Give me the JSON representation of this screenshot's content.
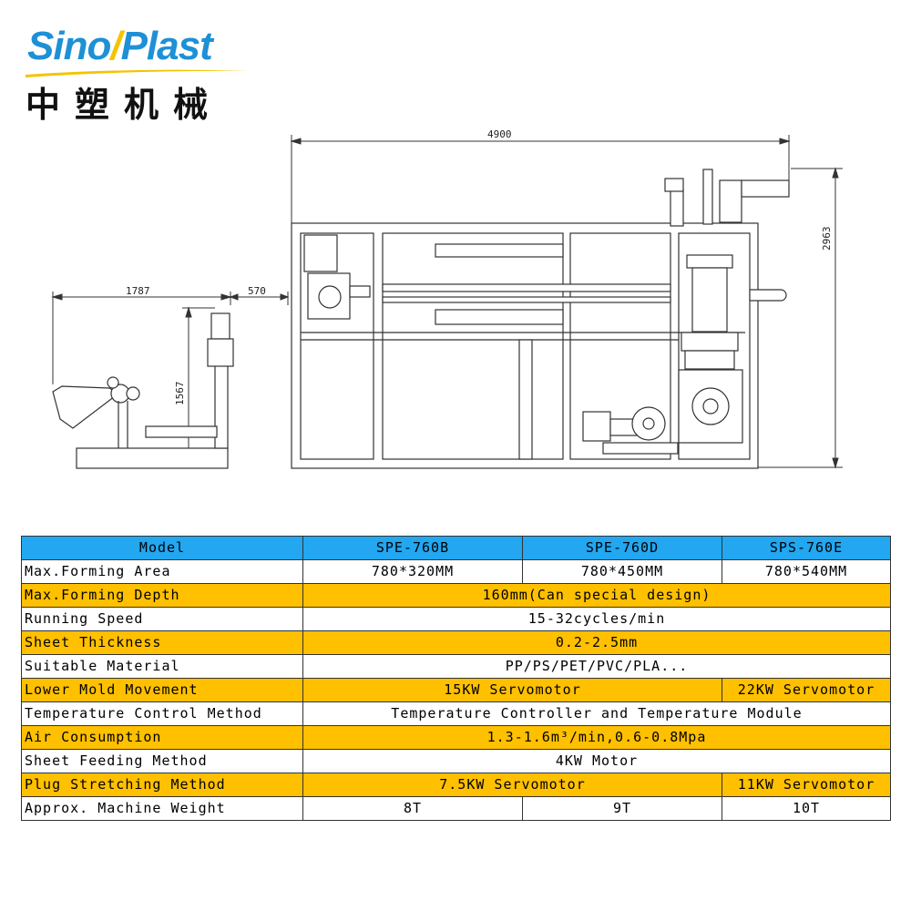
{
  "logo": {
    "brand_left": "Sino",
    "brand_slash": "/",
    "brand_right": "Plast",
    "chinese": "中塑机械",
    "colors": {
      "blue": "#1e90d6",
      "yellow": "#f3c400"
    }
  },
  "drawing": {
    "dimensions": {
      "overall_length": "4900",
      "feeder_length": "1787",
      "gap": "570",
      "height": "2963",
      "feeder_height": "1567"
    }
  },
  "spec_table": {
    "colors": {
      "header": "#22a7f0",
      "highlight": "#ffc000",
      "plain": "#ffffff"
    },
    "header": [
      "Model",
      "SPE-760B",
      "SPE-760D",
      "SPS-760E"
    ],
    "rows": [
      {
        "label": "Max.Forming Area",
        "values": [
          "780*320MM",
          "780*450MM",
          "780*540MM"
        ]
      },
      {
        "label": "Max.Forming Depth",
        "values": [
          "160mm(Can special design)"
        ]
      },
      {
        "label": "Running Speed",
        "values": [
          "15-32cycles/min"
        ]
      },
      {
        "label": "Sheet Thickness",
        "values": [
          "0.2-2.5mm"
        ]
      },
      {
        "label": "Suitable Material",
        "values": [
          "PP/PS/PET/PVC/PLA..."
        ]
      },
      {
        "label": "Lower Mold Movement",
        "values": [
          "15KW Servomotor",
          "22KW Servomotor"
        ]
      },
      {
        "label": "Temperature Control Method",
        "values": [
          "Temperature Controller and Temperature Module"
        ]
      },
      {
        "label": "Air Consumption",
        "values": [
          "1.3-1.6m³/min,0.6-0.8Mpa"
        ]
      },
      {
        "label": "Sheet Feeding Method",
        "values": [
          "4KW Motor"
        ]
      },
      {
        "label": "Plug Stretching Method",
        "values": [
          "7.5KW Servomotor",
          "11KW Servomotor"
        ]
      },
      {
        "label": "Approx. Machine Weight",
        "values": [
          "8T",
          "9T",
          "10T"
        ]
      }
    ]
  }
}
